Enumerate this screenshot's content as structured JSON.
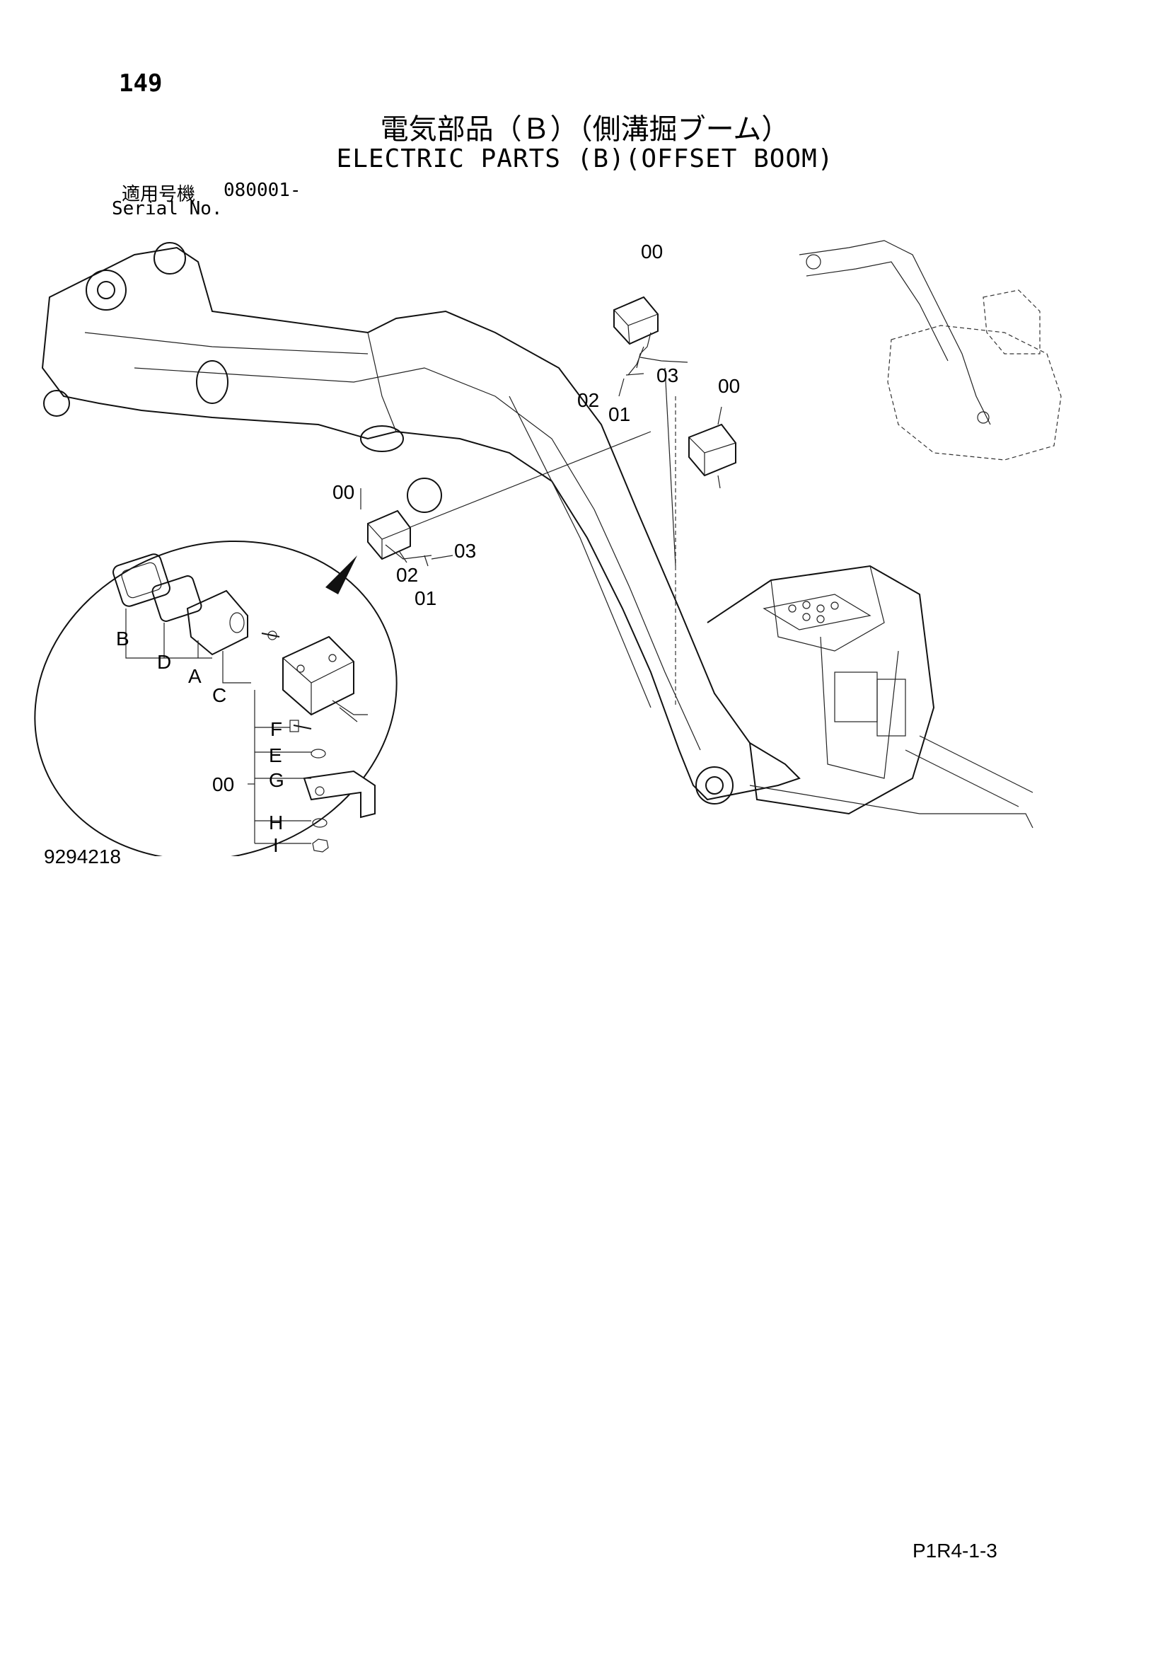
{
  "header": {
    "page_number": "149",
    "title_jp": "電気部品（Ｂ）（側溝掘ブーム）",
    "title_en": "ELECTRIC PARTS (B)(OFFSET BOOM)",
    "serial_label_jp": "適用号機",
    "serial_value": "080001-",
    "serial_label_en": "Serial No."
  },
  "diagram": {
    "callouts": {
      "c00_top": "00",
      "c03_top": "03",
      "c02_top": "02",
      "c01_top": "01",
      "c00_right": "00",
      "c00_mid": "00",
      "c03_mid": "03",
      "c02_mid": "02",
      "c01_mid": "01",
      "cB": "B",
      "cD": "D",
      "cA": "A",
      "cC": "C",
      "cF": "F",
      "cE": "E",
      "c00_detail": "00",
      "cG": "G",
      "cH": "H",
      "cI": "I"
    }
  },
  "footer": {
    "drawing_id": "9294218",
    "page_code": "P1R4-1-3"
  }
}
